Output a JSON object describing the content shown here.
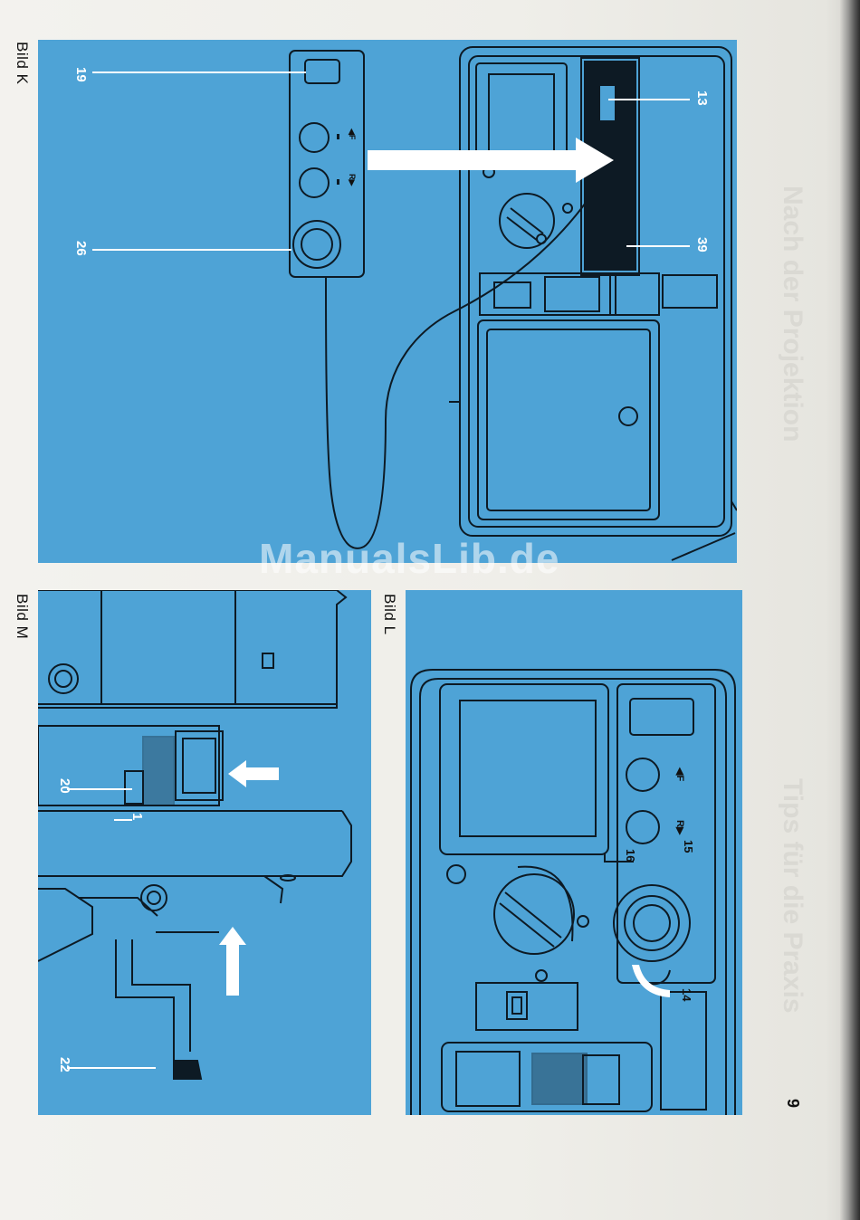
{
  "page": {
    "number": "9",
    "watermark": "ManualsLib.de",
    "ghost_heading_1": "Nach der Projektion",
    "ghost_heading_2": "Tips für die Praxis"
  },
  "figures": {
    "k": {
      "caption": "Bild K",
      "callouts": [
        "19",
        "26",
        "13",
        "39"
      ],
      "remote_labels": [
        "◀F",
        "R▶"
      ]
    },
    "m": {
      "caption": "Bild M",
      "callouts": [
        "20",
        "1",
        "22"
      ]
    },
    "l": {
      "caption": "Bild L",
      "callouts": [
        "15",
        "16",
        "14"
      ],
      "dial_labels": [
        "◀F",
        "R▶"
      ]
    }
  },
  "colors": {
    "panel_blue": "#4ea3d6",
    "paper": "#efefea",
    "line": "#0d1a24"
  }
}
